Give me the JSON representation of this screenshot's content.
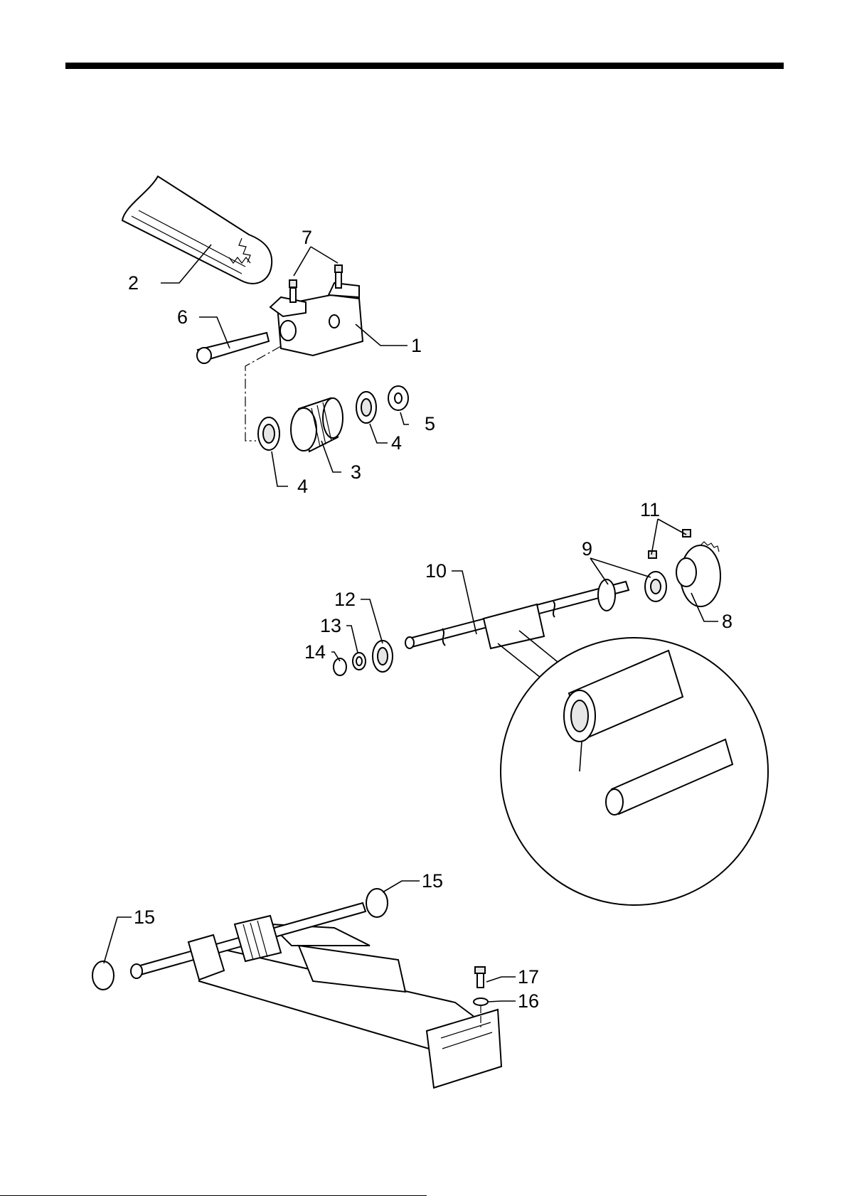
{
  "callouts": [
    {
      "id": "c1",
      "label": "1"
    },
    {
      "id": "c2",
      "label": "2"
    },
    {
      "id": "c3",
      "label": "3"
    },
    {
      "id": "c4a",
      "label": "4"
    },
    {
      "id": "c4b",
      "label": "4"
    },
    {
      "id": "c5",
      "label": "5"
    },
    {
      "id": "c6",
      "label": "6"
    },
    {
      "id": "c7",
      "label": "7"
    },
    {
      "id": "c8",
      "label": "8"
    },
    {
      "id": "c9",
      "label": "9"
    },
    {
      "id": "c10",
      "label": "10"
    },
    {
      "id": "c11",
      "label": "11"
    },
    {
      "id": "c12",
      "label": "12"
    },
    {
      "id": "c13",
      "label": "13"
    },
    {
      "id": "c14",
      "label": "14"
    },
    {
      "id": "c15a",
      "label": "15"
    },
    {
      "id": "c15b",
      "label": "15"
    },
    {
      "id": "c16",
      "label": "16"
    },
    {
      "id": "c17",
      "label": "17"
    }
  ]
}
